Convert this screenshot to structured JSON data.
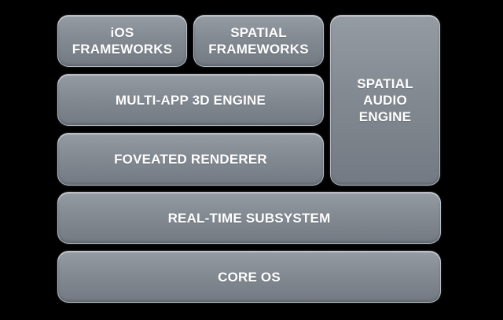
{
  "diagram": {
    "blocks": [
      {
        "id": "ios_frameworks",
        "label": "iOS\nFRAMEWORKS"
      },
      {
        "id": "spatial_frameworks",
        "label": "SPATIAL\nFRAMEWORKS"
      },
      {
        "id": "spatial_audio_engine",
        "label": "SPATIAL\nAUDIO\nENGINE"
      },
      {
        "id": "multi_app_3d_engine",
        "label": "MULTI-APP 3D ENGINE"
      },
      {
        "id": "foveated_renderer",
        "label": "FOVEATED RENDERER"
      },
      {
        "id": "real_time_subsystem",
        "label": "REAL-TIME SUBSYSTEM"
      },
      {
        "id": "core_os",
        "label": "CORE OS"
      }
    ]
  },
  "colors": {
    "background": "#000000",
    "block_fill": "#858c94",
    "block_border": "#d8dde2",
    "text": "#ffffff"
  }
}
